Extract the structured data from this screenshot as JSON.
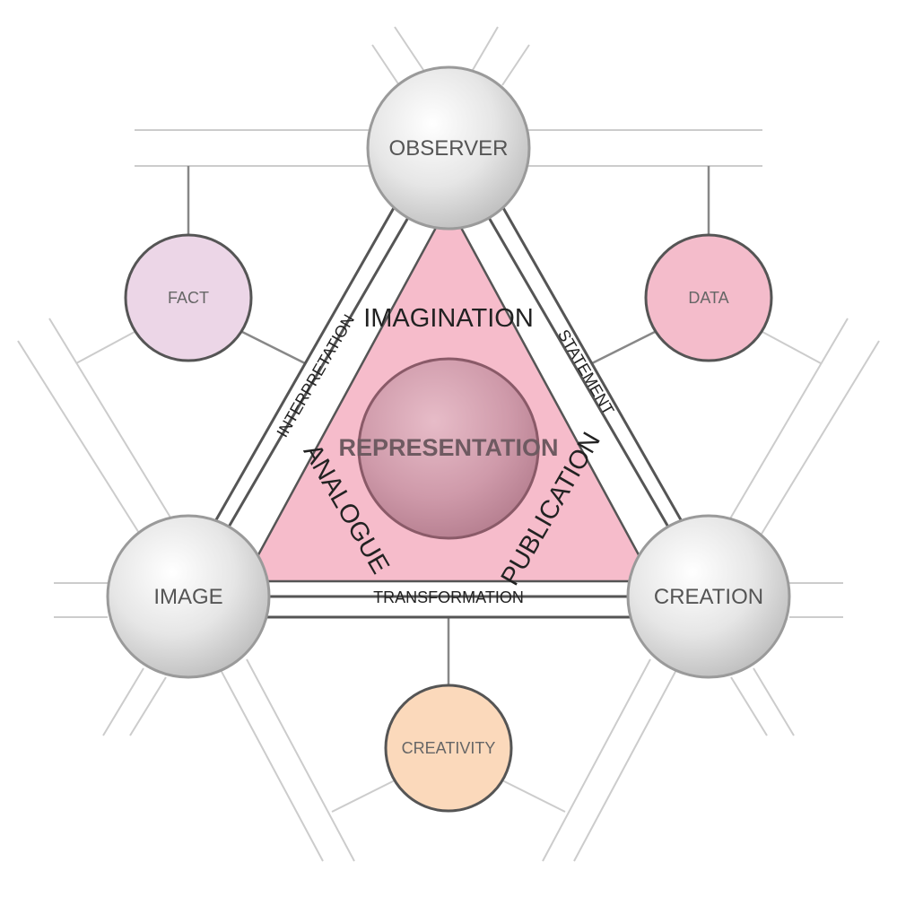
{
  "nodes": {
    "observer": "OBSERVER",
    "image": "IMAGE",
    "creation": "CREATION",
    "fact": "FACT",
    "data": "DATA",
    "creativity": "CREATIVITY",
    "center": "REPRESENTATION"
  },
  "regions": {
    "top": "IMAGINATION",
    "left": "ANALOGUE",
    "right": "PUBLICATION"
  },
  "edges": {
    "left": "INTERPRETATION",
    "right": "STATEMENT",
    "bottom": "TRANSFORMATION"
  },
  "colors": {
    "triangle_fill": "#f6bccb",
    "center_sphere": "#c9909f",
    "fact_fill": "#ecd6e7",
    "data_fill": "#f4bccb",
    "creativity_fill": "#fbd9bb",
    "node_stroke": "#555555",
    "line": "#888888",
    "light_line": "#c8c8c8"
  }
}
